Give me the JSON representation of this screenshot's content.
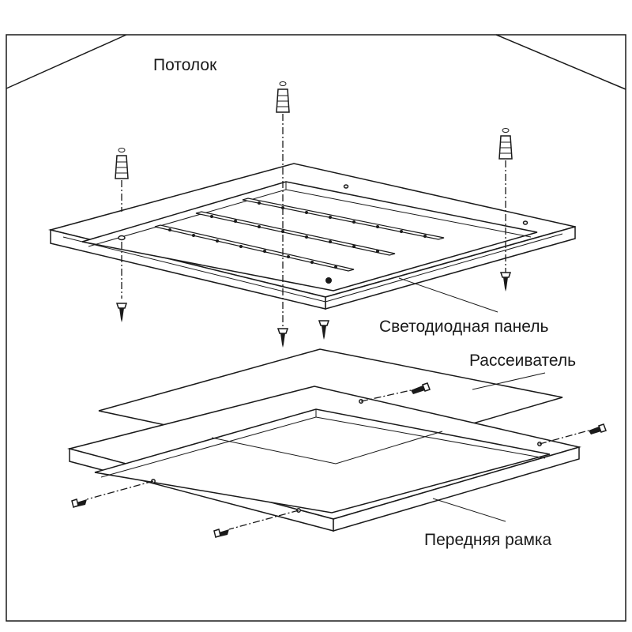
{
  "labels": {
    "ceiling": "Потолок",
    "led_panel": "Светодиодная панель",
    "diffuser": "Рассеиватель",
    "front_frame": "Передняя рамка"
  },
  "colors": {
    "line": "#1a1a1a",
    "background": "#ffffff"
  }
}
